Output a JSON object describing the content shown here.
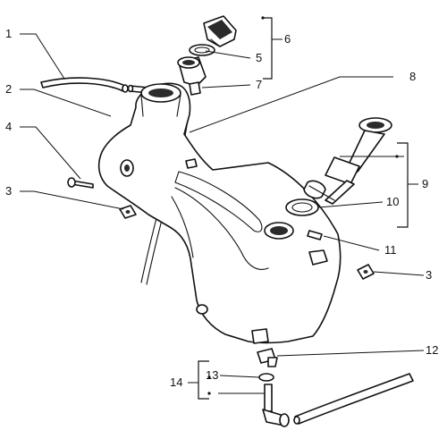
{
  "callouts": [
    {
      "label": "1"
    },
    {
      "label": "2"
    },
    {
      "label": "3"
    },
    {
      "label": "3"
    },
    {
      "label": "4"
    },
    {
      "label": "5"
    },
    {
      "label": "6"
    },
    {
      "label": "7"
    },
    {
      "label": "8"
    },
    {
      "label": "9"
    },
    {
      "label": "10"
    },
    {
      "label": "11"
    },
    {
      "label": "12"
    },
    {
      "label": "13"
    },
    {
      "label": "14"
    }
  ]
}
